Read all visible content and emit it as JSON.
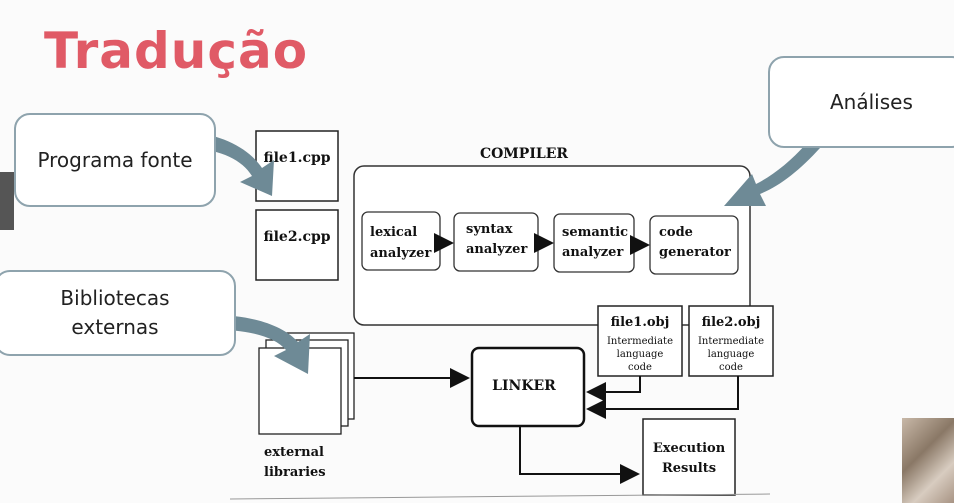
{
  "title": "Tradução",
  "callouts": {
    "programa_fonte": "Programa fonte",
    "bibliotecas_line1": "Bibliotecas",
    "bibliotecas_line2": "externas",
    "analises": "Análises"
  },
  "diagram": {
    "compiler_label": "COMPILER",
    "source_files": [
      "file1.cpp",
      "file2.cpp"
    ],
    "stages": [
      {
        "line1": "lexical",
        "line2": "analyzer"
      },
      {
        "line1": "syntax",
        "line2": "analyzer"
      },
      {
        "line1": "semantic",
        "line2": "analyzer"
      },
      {
        "line1": "code",
        "line2": "generator"
      }
    ],
    "obj_files": [
      {
        "name": "file1.obj",
        "desc1": "Intermediate",
        "desc2": "language",
        "desc3": "code"
      },
      {
        "name": "file2.obj",
        "desc1": "Intermediate",
        "desc2": "language",
        "desc3": "code"
      }
    ],
    "linker": "LINKER",
    "ext_libs_line1": "external",
    "ext_libs_line2": "libraries",
    "exec_line1": "Execution",
    "exec_line2": "Results"
  },
  "colors": {
    "title": "#e05a66",
    "callout_border": "#8ea3ad",
    "arrow_fill": "#6e8a96"
  }
}
